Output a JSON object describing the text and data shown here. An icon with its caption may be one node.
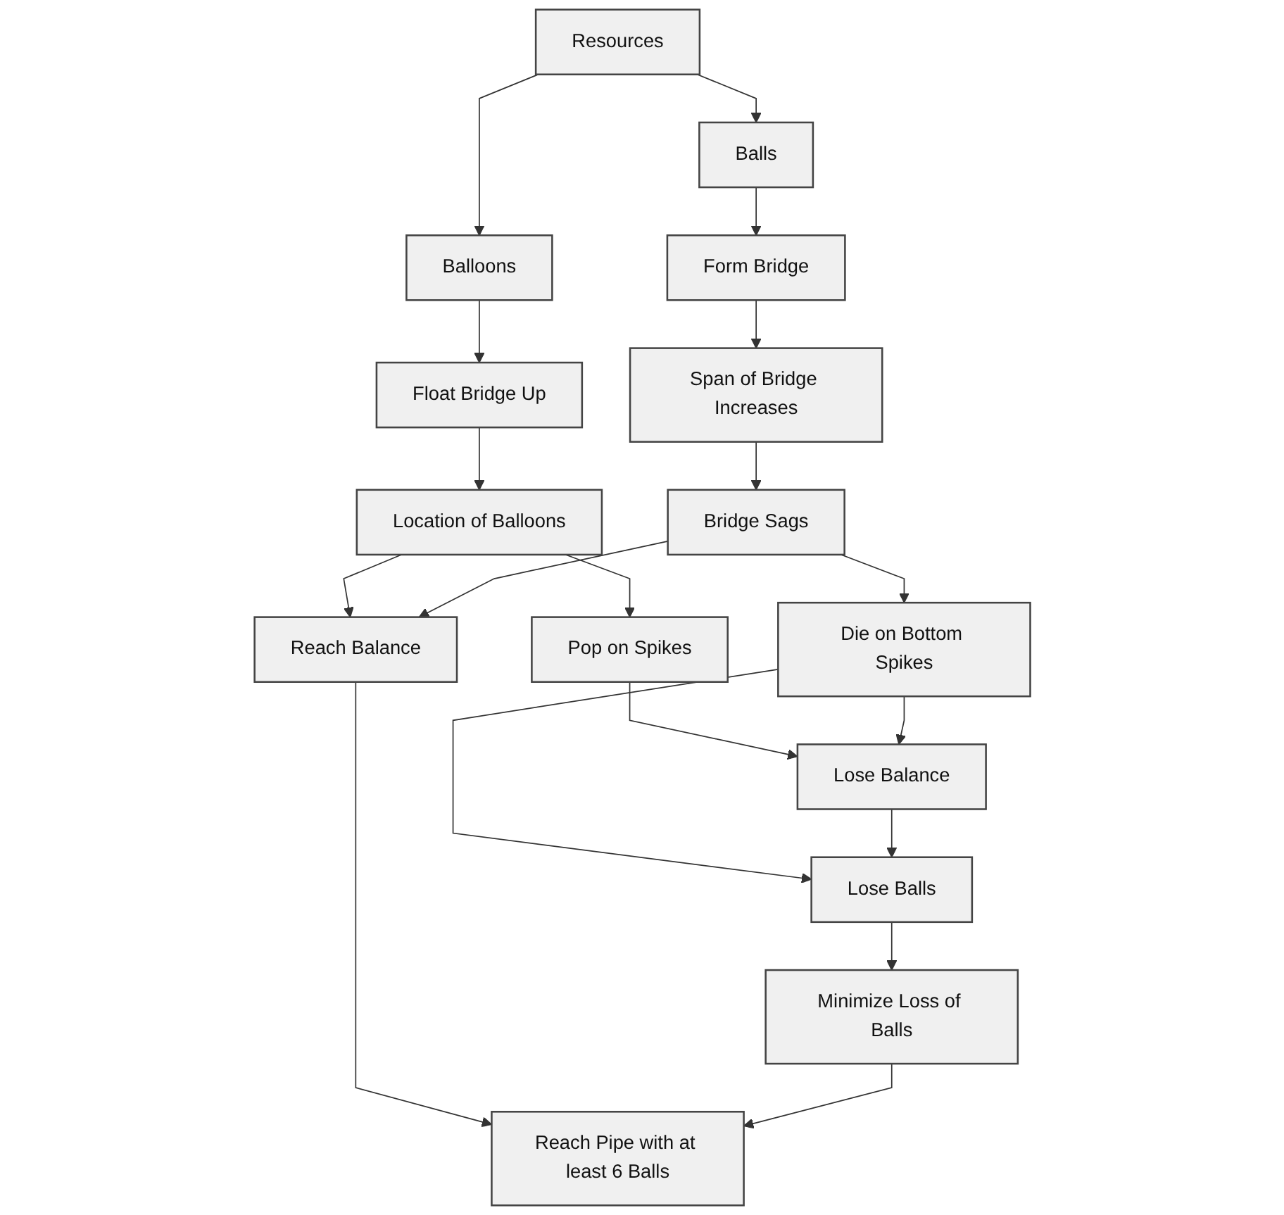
{
  "diagram": {
    "nodes": [
      {
        "text": [
          "Resources"
        ]
      },
      {
        "text": [
          "Balls"
        ]
      },
      {
        "text": [
          "Balloons"
        ]
      },
      {
        "text": [
          "Form Bridge"
        ]
      },
      {
        "text": [
          "Float Bridge Up"
        ]
      },
      {
        "text": [
          "Span of Bridge Increases"
        ]
      },
      {
        "text": [
          "Location of Balloons"
        ]
      },
      {
        "text": [
          "Bridge Sags"
        ]
      },
      {
        "text": [
          "Pop on Spikes"
        ]
      },
      {
        "text": [
          "Reach Balance"
        ]
      },
      {
        "text": [
          "Die on Bottom Spikes"
        ]
      },
      {
        "text": [
          "Lose Balance"
        ]
      },
      {
        "text": [
          "Lose Balls"
        ]
      },
      {
        "text": [
          "Minimize Loss of Balls"
        ]
      },
      {
        "text": [
          "Reach Pipe with at least 6 Balls"
        ]
      }
    ],
    "edges": [
      {
        "from": 0,
        "to": 1,
        "arrow": "to"
      },
      {
        "from": 0,
        "to": 2,
        "arrow": "to"
      },
      {
        "from": 1,
        "to": 3,
        "arrow": "to"
      },
      {
        "from": 2,
        "to": 4,
        "arrow": "to"
      },
      {
        "from": 3,
        "to": 5,
        "arrow": "to"
      },
      {
        "from": 4,
        "to": 6,
        "arrow": "to"
      },
      {
        "from": 5,
        "to": 7,
        "arrow": "to"
      },
      {
        "from": 6,
        "to": 8,
        "arrow": "to"
      },
      {
        "from": 6,
        "to": 9,
        "arrow": "to"
      },
      {
        "from": 7,
        "to": 10,
        "arrow": "to"
      },
      {
        "from": 7,
        "to": 9,
        "arrow": "to"
      },
      {
        "from": 8,
        "to": 11,
        "arrow": "to"
      },
      {
        "from": 10,
        "to": 11,
        "arrow": "to"
      },
      {
        "from": 10,
        "to": 12,
        "arrow": "to"
      },
      {
        "from": 11,
        "to": 12,
        "arrow": "to"
      },
      {
        "from": 9,
        "to": 14,
        "arrow": "to"
      },
      {
        "from": 12,
        "to": 13,
        "arrow": "to"
      },
      {
        "from": 13,
        "to": 14,
        "arrow": "to"
      }
    ]
  }
}
